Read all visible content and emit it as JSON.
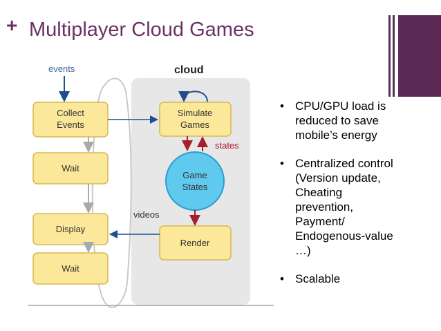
{
  "slide": {
    "plus_symbol": "+",
    "title": "Multiplayer Cloud Games"
  },
  "diagram": {
    "events_label": "events",
    "cloud_label": "cloud",
    "states_label": "states",
    "videos_label": "videos",
    "client_boxes": [
      {
        "lines": [
          "Collect",
          "Events"
        ]
      },
      {
        "lines": [
          "Wait"
        ]
      },
      {
        "lines": [
          "Display"
        ]
      },
      {
        "lines": [
          "Wait"
        ]
      }
    ],
    "cloud_boxes": [
      {
        "lines": [
          "Simulate",
          "Games"
        ]
      },
      {
        "lines": [
          "Render"
        ]
      }
    ],
    "state_circle": {
      "lines": [
        "Game",
        "States"
      ]
    },
    "colors": {
      "box_fill": "#fce89a",
      "box_stroke": "#d7b84c",
      "cloud_panel": "#e7e7e7",
      "circle_fill": "#5fc9ee",
      "circle_stroke": "#2e9bd0",
      "blue_arrow": "#1f4e8c",
      "red_arrow": "#a61d2d",
      "label_blue": "#44679c",
      "label_red": "#b2172b"
    }
  },
  "bullets": [
    {
      "symbol": "•",
      "text": "CPU/GPU load is\nreduced  to save\nmobile’s energy"
    },
    {
      "symbol": "•",
      "text": "Centralized control\n(Version update,\nCheating\nprevention,\nPayment/\nEndogenous-value\n…)"
    },
    {
      "symbol": "•",
      "text": "Scalable"
    }
  ],
  "colors": {
    "title": "#6b3166",
    "accent_block": "#5b2a57"
  }
}
